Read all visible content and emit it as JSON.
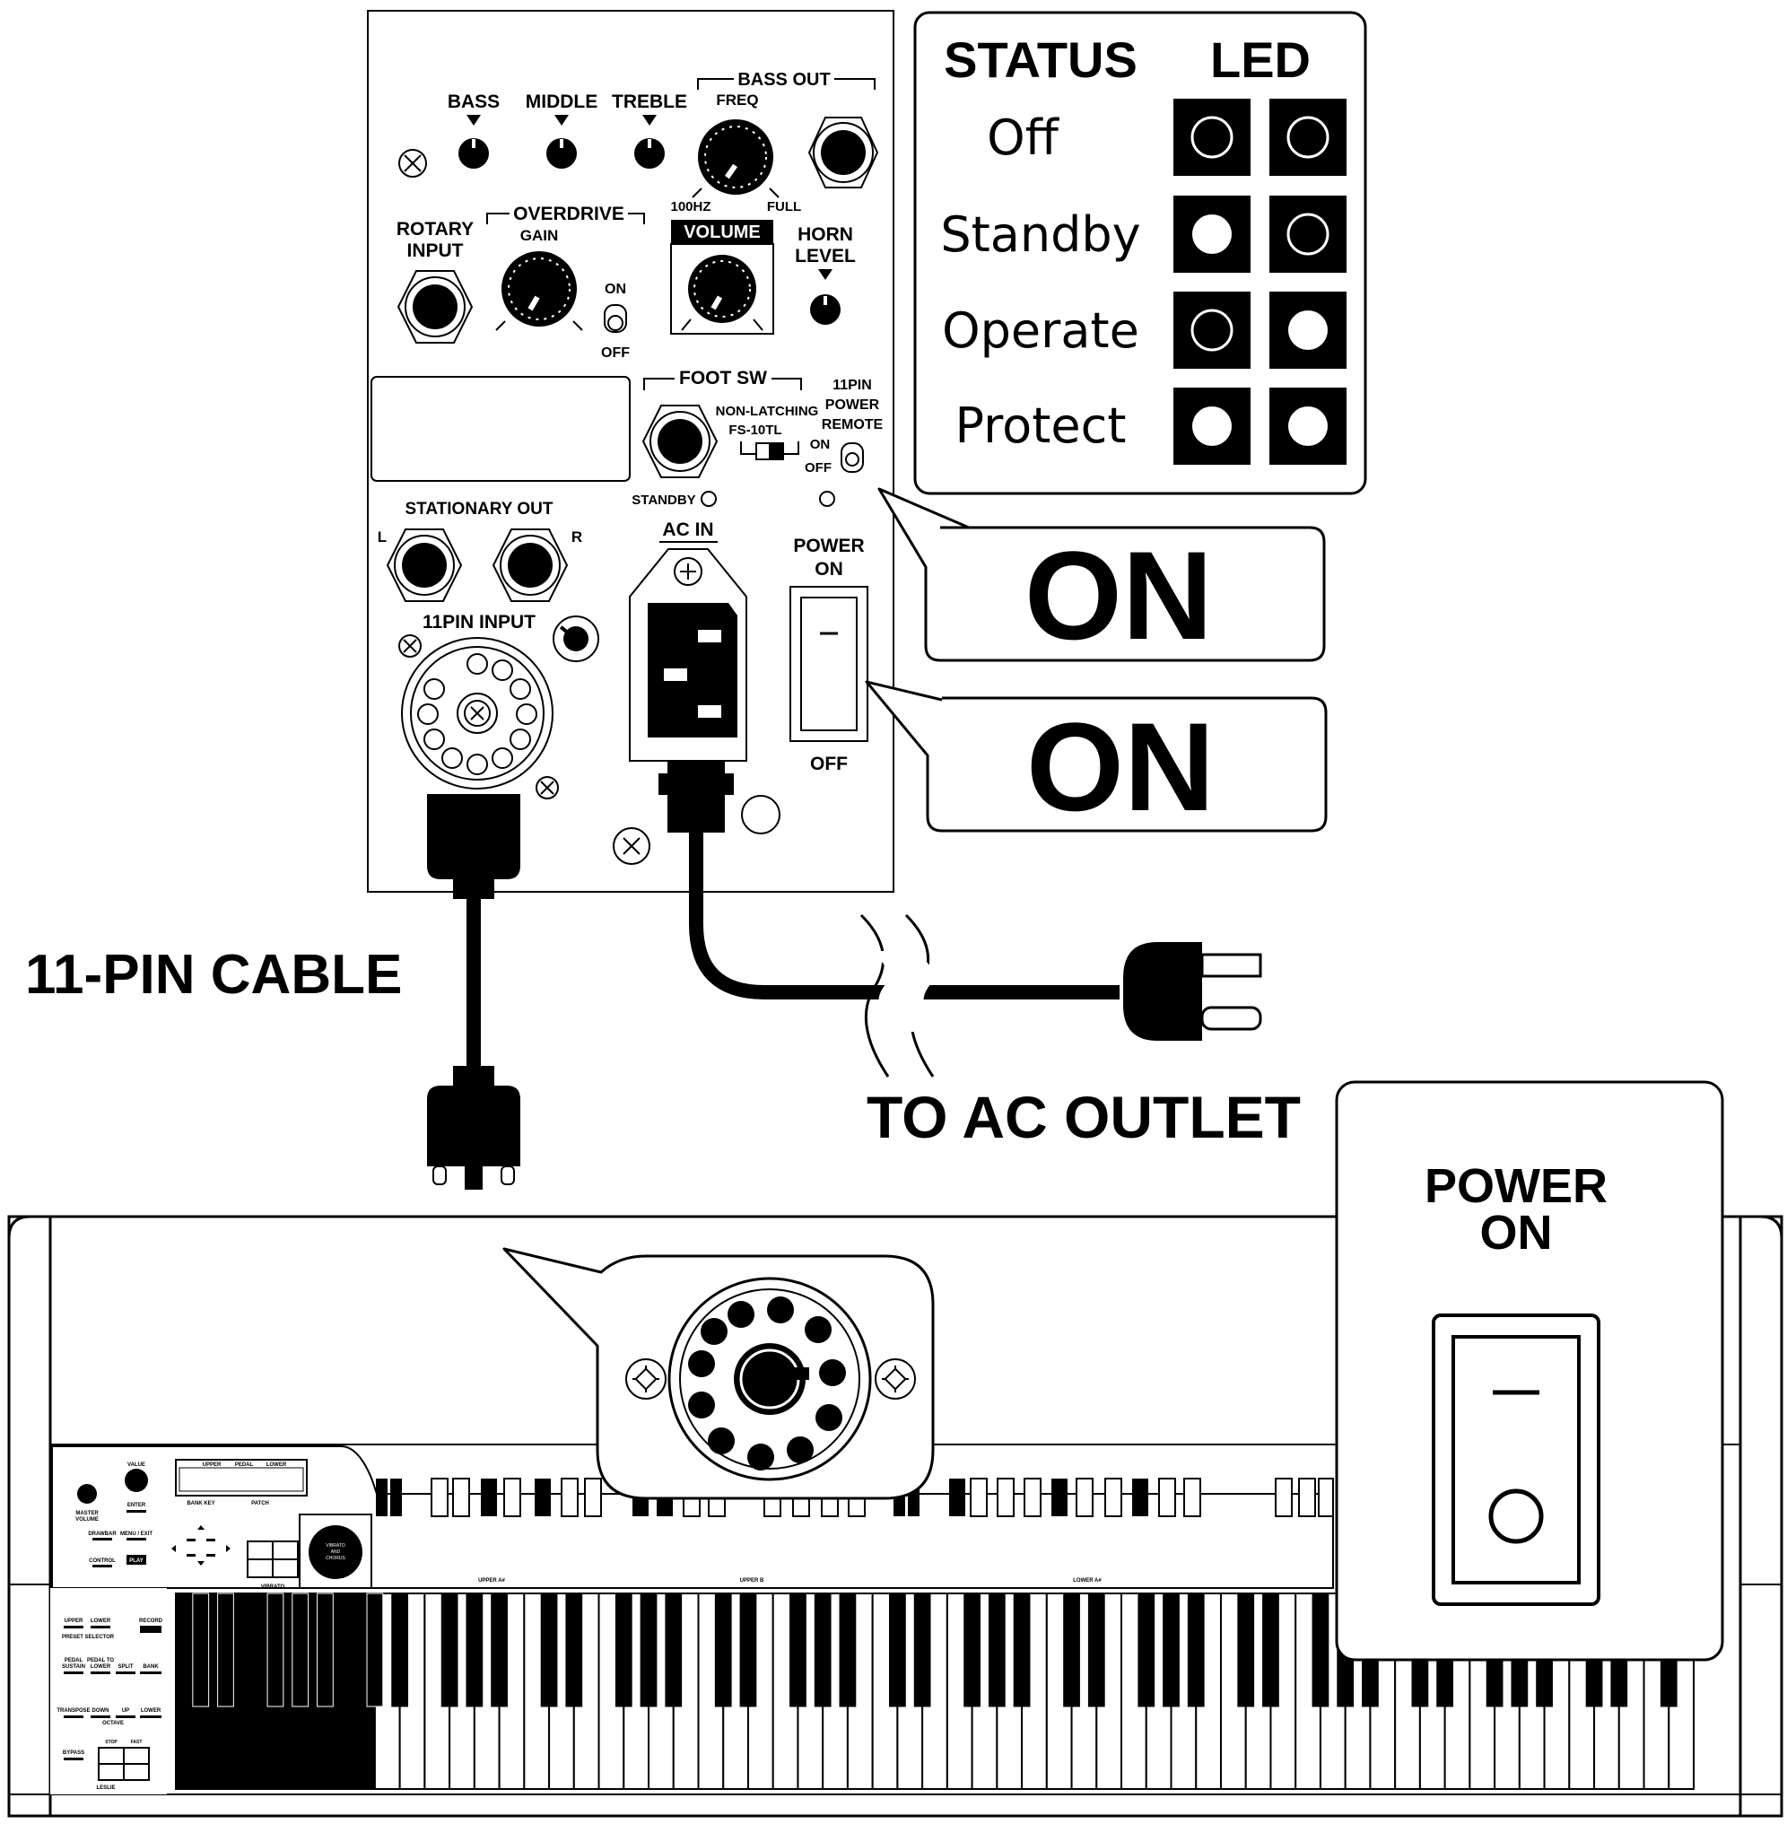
{
  "panel": {
    "bass": "BASS",
    "middle": "MIDDLE",
    "treble": "TREBLE",
    "bass_out": "BASS OUT",
    "freq": "FREQ",
    "freq_min": "100HZ",
    "freq_max": "FULL",
    "rotary_input": [
      "ROTARY",
      "INPUT"
    ],
    "overdrive": "OVERDRIVE",
    "gain": "GAIN",
    "on": "ON",
    "off": "OFF",
    "volume": "VOLUME",
    "horn_level": [
      "HORN",
      "LEVEL"
    ],
    "foot_sw": "FOOT SW",
    "non_latching": "NON-LATCHING",
    "fs10tl": "FS-10TL",
    "pin11_power_remote": [
      "11PIN",
      "POWER",
      "REMOTE"
    ],
    "standby": "STANDBY",
    "stationary_out": "STATIONARY OUT",
    "left": "L",
    "right": "R",
    "pin11_input": "11PIN INPUT",
    "ac_in": "AC IN",
    "power_on": [
      "POWER",
      "ON"
    ],
    "switch_off": "OFF"
  },
  "status_table": {
    "header_status": "STATUS",
    "header_led": "LED",
    "rows": [
      {
        "label": "Off",
        "led1": "empty",
        "led2": "empty"
      },
      {
        "label": "Standby",
        "led1": "filled",
        "led2": "empty"
      },
      {
        "label": "Operate",
        "led1": "empty",
        "led2": "filled"
      },
      {
        "label": "Protect",
        "led1": "filled",
        "led2": "filled"
      }
    ]
  },
  "callouts": {
    "led_on": "ON",
    "switch_on": "ON"
  },
  "labels": {
    "cable": "11-PIN CABLE",
    "outlet": "TO AC OUTLET"
  },
  "keyboard_power": [
    "POWER",
    "ON"
  ],
  "keyboard_panel": {
    "value": "VALUE",
    "enter": "ENTER",
    "master_volume": [
      "MASTER",
      "VOLUME"
    ],
    "drawbar": "DRAWBAR",
    "menu_exit": "MENU / EXIT",
    "control": "CONTROL",
    "play": "PLAY",
    "upper": "UPPER",
    "pedal": "PEDAL",
    "lower": "LOWER",
    "bank_key": "BANK KEY",
    "patch": "PATCH",
    "vibrato": "VIBRATO",
    "vibrato_chorus": [
      "VIBRATO",
      "AND",
      "CHORUS"
    ],
    "record": "RECORD",
    "preset_selector": "PRESET SELECTOR",
    "pedal_sustain": [
      "PEDAL",
      "SUSTAIN"
    ],
    "pedal_to_lower": [
      "PEDAL TO",
      "LOWER"
    ],
    "split": "SPLIT",
    "bank": "BANK",
    "transpose": "TRANSPOSE",
    "down": "DOWN",
    "up": "UP",
    "octave": "OCTAVE",
    "bypass": "BYPASS",
    "stop": "STOP",
    "fast": "FAST",
    "leslie": "LESLIE",
    "upper_a": "UPPER A#",
    "upper_b": "UPPER B",
    "lower_a": "LOWER A#"
  }
}
